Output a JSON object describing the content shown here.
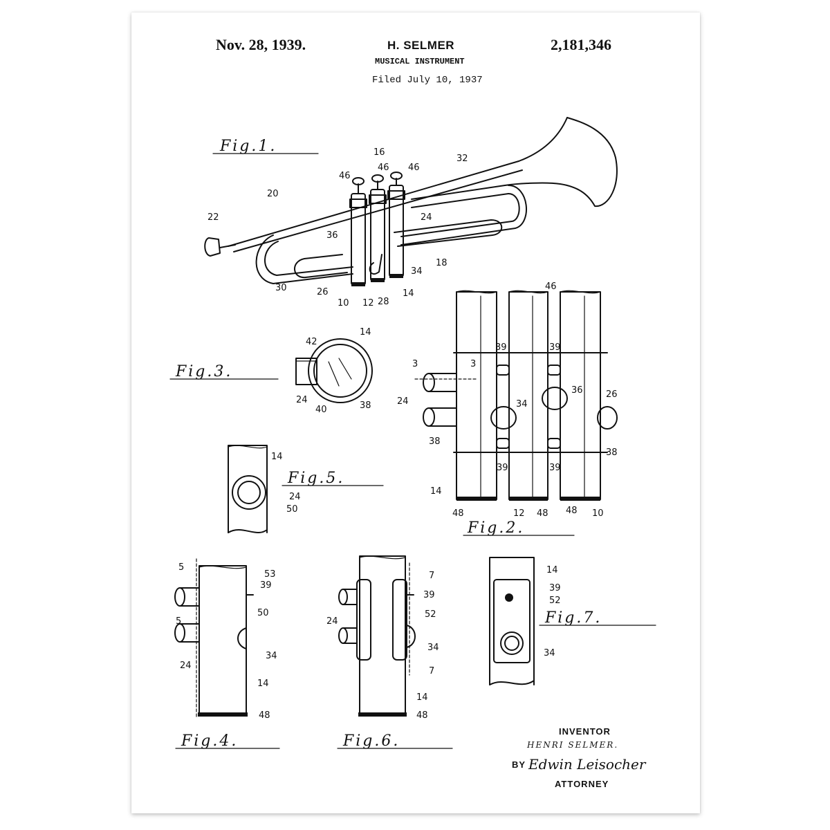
{
  "header": {
    "date": "Nov. 28, 1939.",
    "inventor": "H. SELMER",
    "patent_number": "2,181,346",
    "title": "MUSICAL INSTRUMENT",
    "filed": "Filed July 10, 1937"
  },
  "figures": {
    "fig1": "Fig.1.",
    "fig2": "Fig.2.",
    "fig3": "Fig.3.",
    "fig4": "Fig.4.",
    "fig5": "Fig.5.",
    "fig6": "Fig.6.",
    "fig7": "Fig.7."
  },
  "labels": {
    "fig1": [
      "16",
      "46",
      "46",
      "46",
      "32",
      "20",
      "22",
      "36",
      "24",
      "18",
      "30",
      "26",
      "10",
      "12",
      "28",
      "14",
      "34"
    ],
    "fig3": [
      "42",
      "14",
      "24",
      "40",
      "38"
    ],
    "fig2": [
      "46",
      "39",
      "39",
      "3",
      "3",
      "24",
      "34",
      "36",
      "26",
      "38",
      "38",
      "39",
      "39",
      "14",
      "48",
      "12",
      "48",
      "48",
      "10"
    ],
    "fig5": [
      "14",
      "24",
      "50"
    ],
    "fig4": [
      "5",
      "53",
      "39",
      "50",
      "5",
      "34",
      "24",
      "14",
      "48"
    ],
    "fig6": [
      "7",
      "39",
      "24",
      "52",
      "34",
      "7",
      "14",
      "48"
    ],
    "fig7": [
      "14",
      "39",
      "52",
      "34"
    ]
  },
  "signature": {
    "inventor_heading": "INVENTOR",
    "inventor_name": "HENRI SELMER.",
    "by": "BY",
    "attorney_signature": "Edwin Leisocher",
    "attorney": "ATTORNEY"
  }
}
